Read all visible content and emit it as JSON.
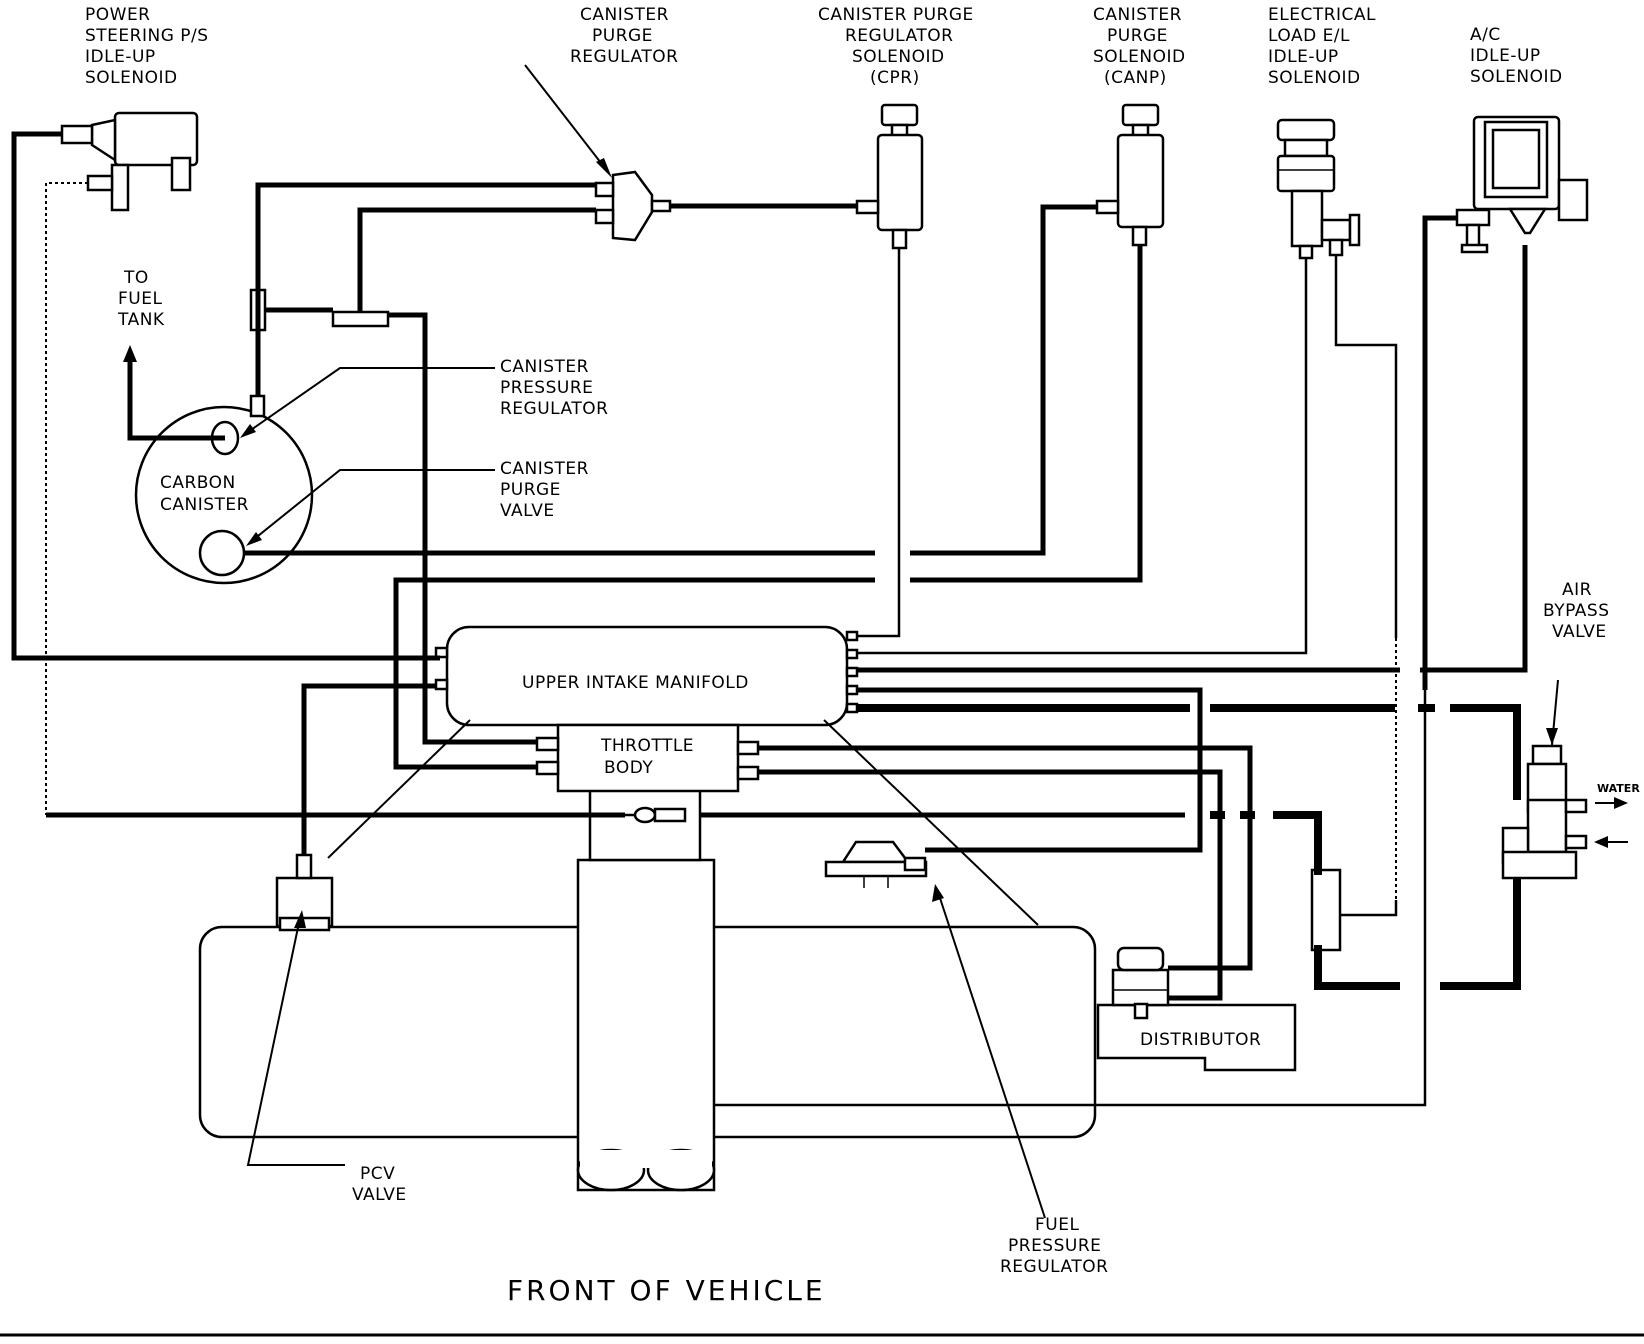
{
  "labels": {
    "ps_idle_up": [
      "POWER",
      "STEERING P/S",
      "IDLE-UP",
      "SOLENOID"
    ],
    "canister_purge_regulator": [
      "CANISTER",
      "PURGE",
      "REGULATOR"
    ],
    "cpr_solenoid": [
      "CANISTER PURGE",
      "REGULATOR",
      "SOLENOID",
      "(CPR)"
    ],
    "canp_solenoid": [
      "CANISTER",
      "PURGE",
      "SOLENOID",
      "(CANP)"
    ],
    "el_idle_up": [
      "ELECTRICAL",
      "LOAD E/L",
      "IDLE-UP",
      "SOLENOID"
    ],
    "ac_idle_up": [
      "A/C",
      "IDLE-UP",
      "SOLENOID"
    ],
    "to_fuel_tank": [
      "TO",
      "FUEL",
      "TANK"
    ],
    "canister_pressure_regulator": [
      "CANISTER",
      "PRESSURE",
      "REGULATOR"
    ],
    "canister_purge_valve": [
      "CANISTER",
      "PURGE",
      "VALVE"
    ],
    "carbon_canister": [
      "CARBON",
      "CANISTER"
    ],
    "upper_intake_manifold": "UPPER INTAKE MANIFOLD",
    "throttle_body": [
      "THROTTLE",
      "BODY"
    ],
    "air_bypass_valve": [
      "AIR",
      "BYPASS",
      "VALVE"
    ],
    "water": "WATER",
    "distributor": "DISTRIBUTOR",
    "pcv_valve": [
      "PCV",
      "VALVE"
    ],
    "fuel_pressure_regulator": [
      "FUEL",
      "PRESSURE",
      "REGULATOR"
    ],
    "front_of_vehicle": "FRONT OF VEHICLE"
  }
}
